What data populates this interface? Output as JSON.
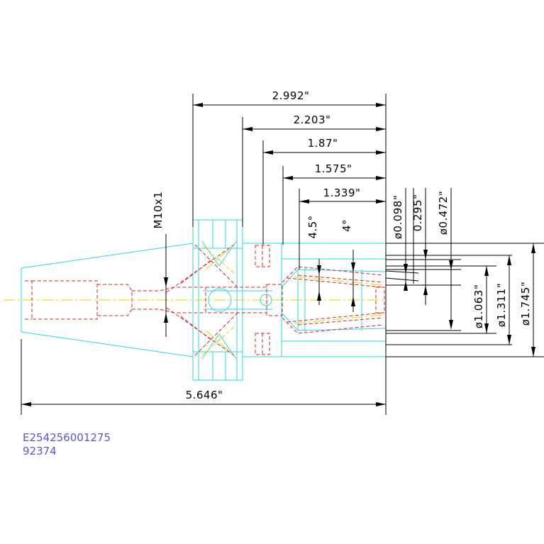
{
  "dimensions": {
    "overall_2992": "2.992\"",
    "len_2203": "2.203\"",
    "len_187": "1.87\"",
    "len_1575": "1.575\"",
    "len_1339": "1.339\"",
    "total_5646": "5.646\"",
    "thread": "M10x1",
    "angle_45": "4.5°",
    "angle_4": "4°",
    "dia_0098": "ø0.098\"",
    "dim_0295": "0.295\"",
    "dia_0472": "ø0.472\"",
    "dia_1063": "ø1.063\"",
    "dia_1311": "ø1.311\"",
    "dia_1745": "ø1.745\""
  },
  "reference": {
    "part_number": "E254256001275",
    "sub_number": "92374"
  },
  "colors": {
    "dimension": "#000000",
    "outline": "#2cd6e6",
    "hidden": "#e02020",
    "centerline": "#e8d200",
    "reference_text": "#5555dd"
  }
}
